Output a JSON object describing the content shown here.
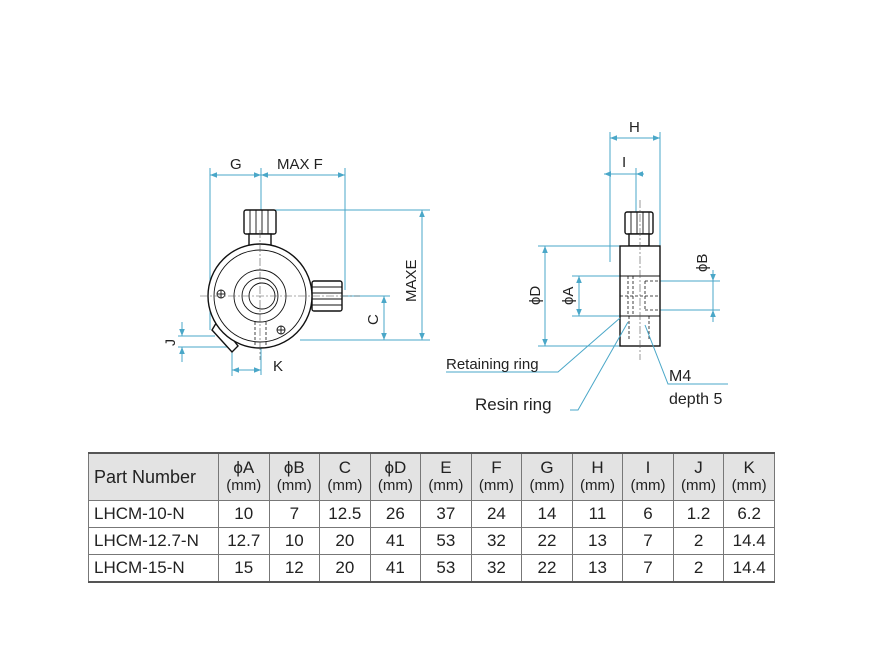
{
  "drawing": {
    "labels": {
      "g": "G",
      "max_f": "MAX F",
      "max_e": "MAXE",
      "c": "C",
      "j": "J",
      "k": "K",
      "h": "H",
      "i": "I",
      "phi_d": "ϕD",
      "phi_a": "ϕA",
      "phi_b": "ϕB",
      "retaining_ring": "Retaining ring",
      "resin_ring": "Resin ring",
      "m4": "M4",
      "depth5": "depth 5"
    }
  },
  "table": {
    "headers": [
      {
        "label": "Part Number",
        "unit": ""
      },
      {
        "label": "ϕA",
        "unit": "(mm)"
      },
      {
        "label": "ϕB",
        "unit": "(mm)"
      },
      {
        "label": "C",
        "unit": "(mm)"
      },
      {
        "label": "ϕD",
        "unit": "(mm)"
      },
      {
        "label": "E",
        "unit": "(mm)"
      },
      {
        "label": "F",
        "unit": "(mm)"
      },
      {
        "label": "G",
        "unit": "(mm)"
      },
      {
        "label": "H",
        "unit": "(mm)"
      },
      {
        "label": "I",
        "unit": "(mm)"
      },
      {
        "label": "J",
        "unit": "(mm)"
      },
      {
        "label": "K",
        "unit": "(mm)"
      }
    ],
    "rows": [
      [
        "LHCM-10-N",
        "10",
        "7",
        "12.5",
        "26",
        "37",
        "24",
        "14",
        "11",
        "6",
        "1.2",
        "6.2"
      ],
      [
        "LHCM-12.7-N",
        "12.7",
        "10",
        "20",
        "41",
        "53",
        "32",
        "22",
        "13",
        "7",
        "2",
        "14.4"
      ],
      [
        "LHCM-15-N",
        "15",
        "12",
        "20",
        "41",
        "53",
        "32",
        "22",
        "13",
        "7",
        "2",
        "14.4"
      ]
    ]
  }
}
